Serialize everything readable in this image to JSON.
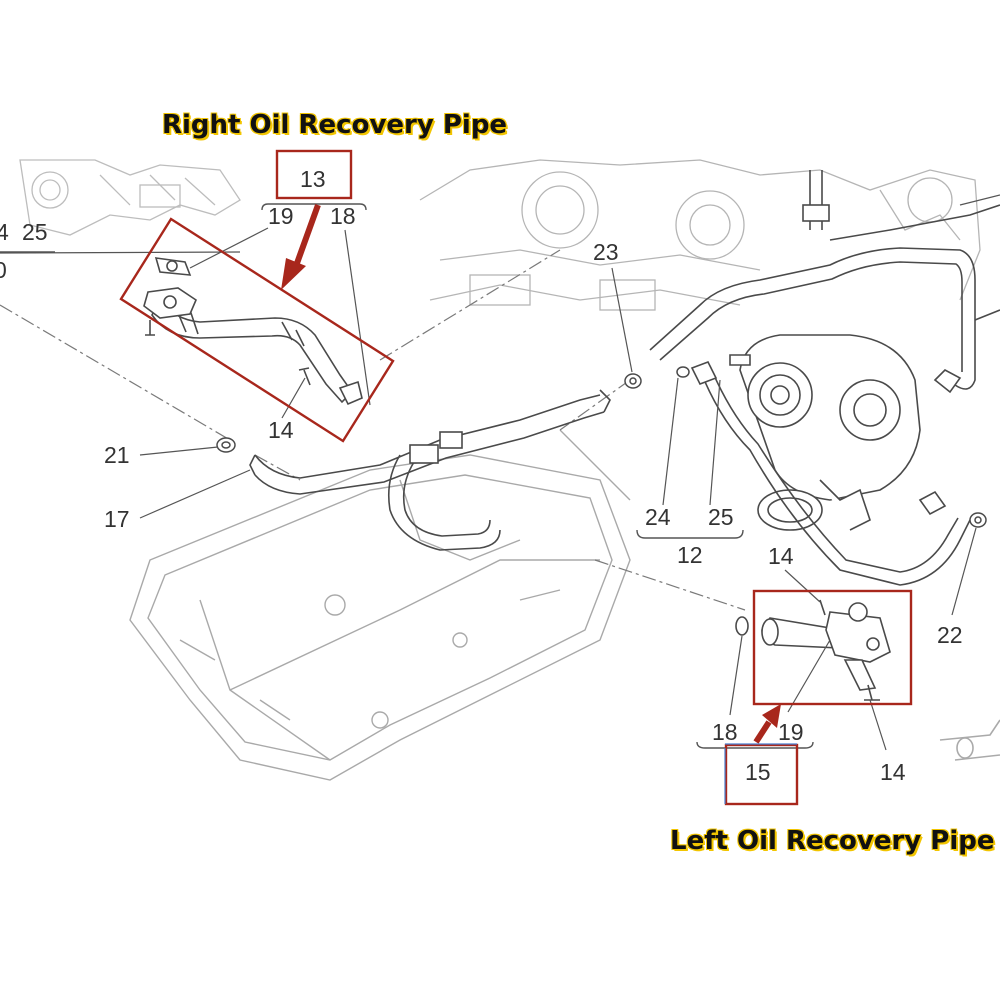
{
  "titles": {
    "right": "Right Oil Recovery Pipe",
    "left": "Left Oil Recovery Pipe"
  },
  "callouts": {
    "c13": "13",
    "c19a": "19",
    "c18a": "18",
    "c14a": "14",
    "c25a": "25",
    "c4": "4",
    "c0": "0",
    "c21": "21",
    "c17": "17",
    "c23": "23",
    "c24": "24",
    "c25b": "25",
    "c12": "12",
    "c14b": "14",
    "c22": "22",
    "c18b": "18",
    "c19b": "19",
    "c15": "15",
    "c14c": "14"
  },
  "colors": {
    "highlight": "#a8271c",
    "outline": "#5a5a5a",
    "faint": "#b8b8b8"
  }
}
